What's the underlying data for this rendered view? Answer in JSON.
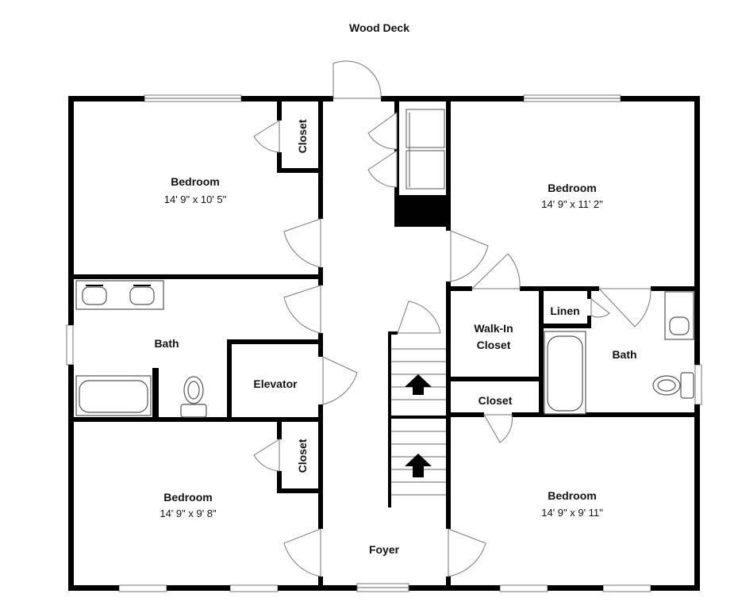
{
  "labels": {
    "wood_deck": "Wood Deck",
    "bedroom_nw": "Bedroom",
    "bedroom_nw_dim": "14' 9\" x 10' 5\"",
    "bedroom_ne": "Bedroom",
    "bedroom_ne_dim": "14' 9\" x 11' 2\"",
    "bedroom_sw": "Bedroom",
    "bedroom_sw_dim": "14' 9\" x 9' 8\"",
    "bedroom_se": "Bedroom",
    "bedroom_se_dim": "14' 9\" x 9' 11\"",
    "bath_w": "Bath",
    "bath_e": "Bath",
    "elevator": "Elevator",
    "closet_nw": "Closet",
    "closet_sw": "Closet",
    "closet_mid": "Closet",
    "linen": "Linen",
    "walkin_line1": "Walk-In",
    "walkin_line2": "Closet",
    "foyer": "Foyer"
  }
}
